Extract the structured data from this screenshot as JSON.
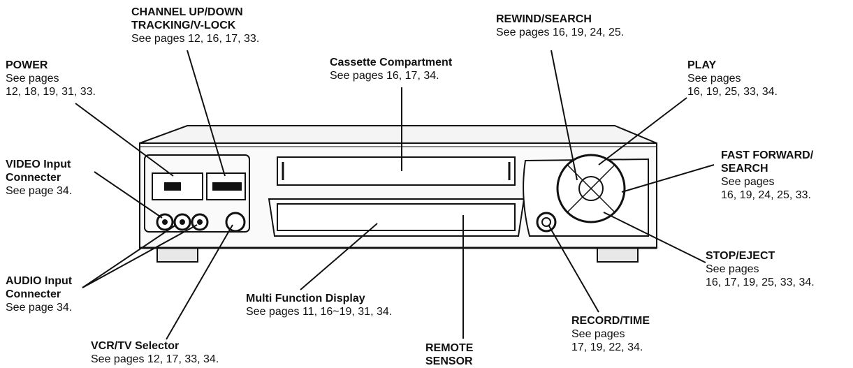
{
  "callouts": {
    "power": {
      "title": "POWER",
      "body": "See pages\n12, 18, 19, 31, 33."
    },
    "channel": {
      "title": "CHANNEL UP/DOWN\nTRACKING/V-LOCK",
      "body": "See pages 12, 16, 17, 33."
    },
    "cassette": {
      "title": "Cassette Compartment",
      "body": "See pages 16, 17, 34."
    },
    "rewind": {
      "title": "REWIND/SEARCH",
      "body": "See pages 16, 19, 24, 25."
    },
    "play": {
      "title": "PLAY",
      "body": "See pages\n16, 19, 25, 33, 34."
    },
    "ff": {
      "title": "FAST FORWARD/\nSEARCH",
      "body": "See pages\n16, 19, 24, 25, 33."
    },
    "video_input": {
      "title": "VIDEO Input\nConnecter",
      "body": "See page 34."
    },
    "audio_input": {
      "title": "AUDIO Input\nConnecter",
      "body": "See page 34."
    },
    "vcr_tv": {
      "title": "VCR/TV Selector",
      "body": "See pages 12, 17, 33, 34."
    },
    "multi_display": {
      "title": "Multi Function Display",
      "body": "See pages 11, 16~19, 31, 34."
    },
    "remote_sensor": {
      "title": "REMOTE\nSENSOR",
      "body": ""
    },
    "record": {
      "title": "RECORD/TIME",
      "body": "See pages\n17, 19, 22, 34."
    },
    "stop_eject": {
      "title": "STOP/EJECT",
      "body": "See pages\n16, 17, 19, 25, 33, 34."
    }
  }
}
